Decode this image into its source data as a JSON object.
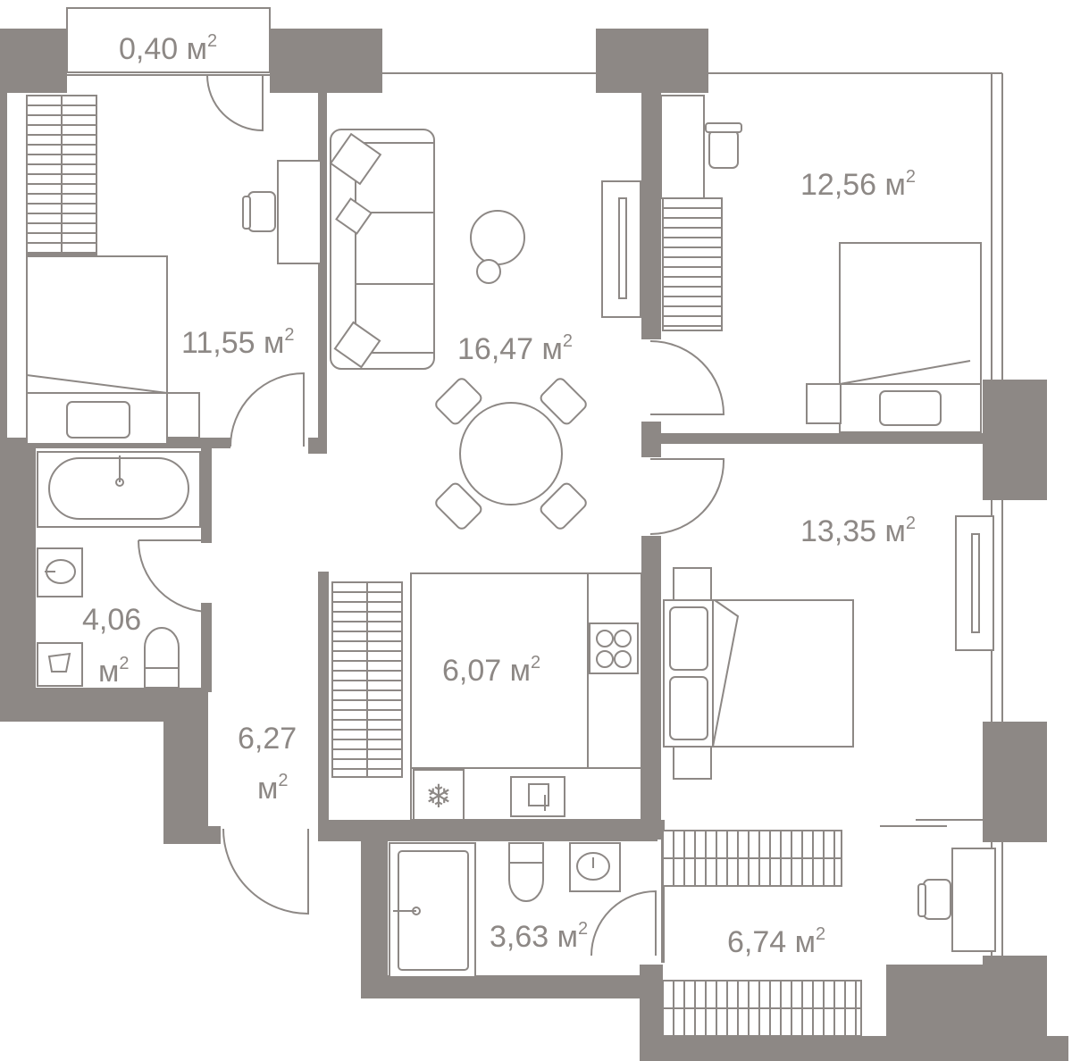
{
  "colors": {
    "wall": "#8d8885",
    "background": "#ffffff"
  },
  "rooms": {
    "balcony": {
      "area": "0,40",
      "unit": "м",
      "sup": "2"
    },
    "bedroom_nw": {
      "area": "11,55",
      "unit": "м",
      "sup": "2"
    },
    "living": {
      "area": "16,47",
      "unit": "м",
      "sup": "2"
    },
    "bedroom_ne": {
      "area": "12,56",
      "unit": "м",
      "sup": "2"
    },
    "bedroom_e": {
      "area": "13,35",
      "unit": "м",
      "sup": "2"
    },
    "bath_w": {
      "area": "4,06",
      "unit": "м",
      "sup": "2"
    },
    "kitchen": {
      "area": "6,07",
      "unit": "м",
      "sup": "2"
    },
    "hall": {
      "area": "6,27",
      "unit": "м",
      "sup": "2"
    },
    "bath_s": {
      "area": "3,63",
      "unit": "м",
      "sup": "2"
    },
    "dressing": {
      "area": "6,74",
      "unit": "м",
      "sup": "2"
    }
  },
  "icons": {
    "fridge": "snowflake-icon",
    "stove": "stove-icon",
    "sink": "sink-icon",
    "toilet": "toilet-icon",
    "bathtub": "bathtub-icon",
    "shower": "shower-icon",
    "bed": "bed-icon",
    "chair": "chair-icon",
    "table": "round-table-icon",
    "sofa": "sofa-icon",
    "wardrobe": "wardrobe-icon",
    "tv": "tv-icon"
  },
  "fridge_glyph": "❄"
}
